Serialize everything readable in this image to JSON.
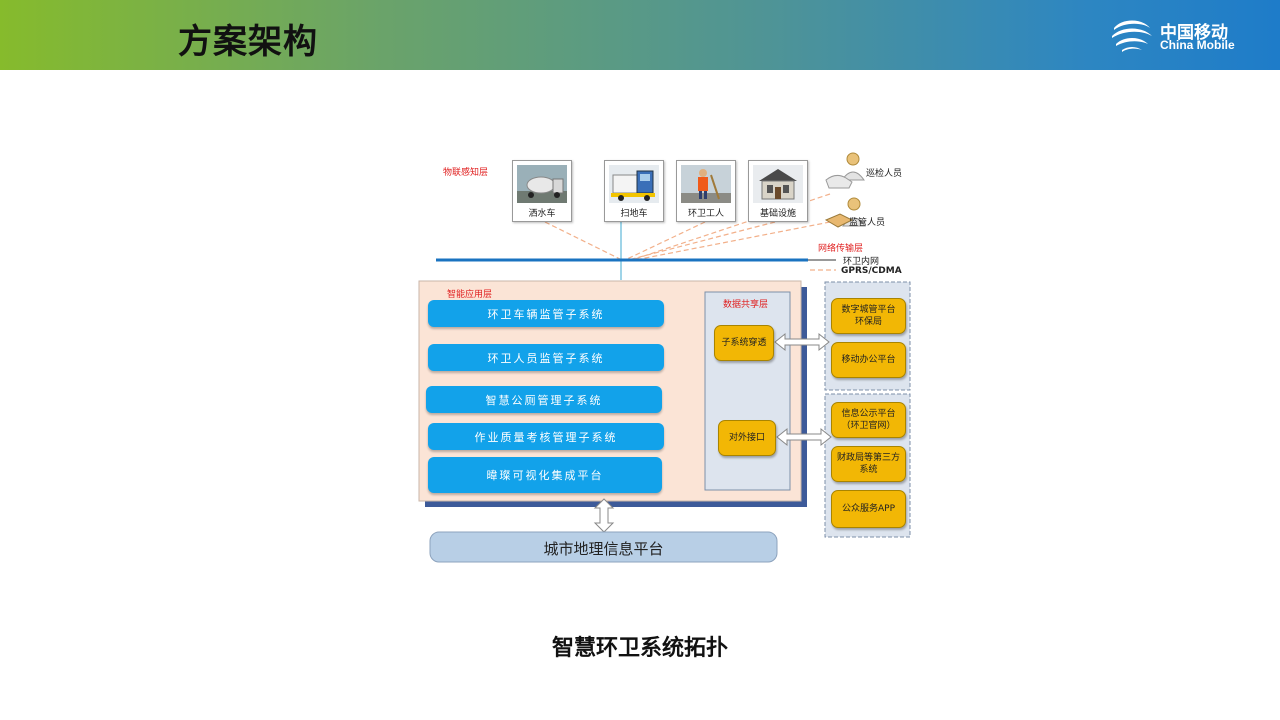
{
  "header": {
    "title": "方案架构",
    "logo_cn": "中国移动",
    "logo_en": "China Mobile"
  },
  "diagram": {
    "layer_iot": "物联感知层",
    "devices": [
      "洒水车",
      "扫地车",
      "环卫工人",
      "基础设施"
    ],
    "people": [
      "巡检人员",
      "监管人员"
    ],
    "layer_network": "网络传输层",
    "legend": [
      "环卫内网",
      "GPRS/CDMA"
    ],
    "layer_app": "智能应用层",
    "subsystems": [
      "环卫车辆监管子系统",
      "环卫人员监管子系统",
      "智慧公厕管理子系统",
      "作业质量考核管理子系统",
      "暐璨可视化集成平台"
    ],
    "layer_data": "数据共享层",
    "data_boxes": [
      "子系统穿透",
      "对外接口"
    ],
    "ext_top": [
      [
        "数字城管平台",
        "环保局"
      ],
      [
        "移动办公平台"
      ]
    ],
    "ext_bottom": [
      [
        "信息公示平台",
        "（环卫官网）"
      ],
      [
        "财政局等第三方",
        "系统"
      ],
      [
        "公众服务APP"
      ]
    ],
    "gis": "城市地理信息平台"
  },
  "caption": "智慧环卫系统拓扑",
  "colors": {
    "subsystem_blue": "#12a2ea",
    "box_yellow": "#f2b705",
    "app_panel": "#fbe4d6",
    "layer_red": "#e02020"
  }
}
